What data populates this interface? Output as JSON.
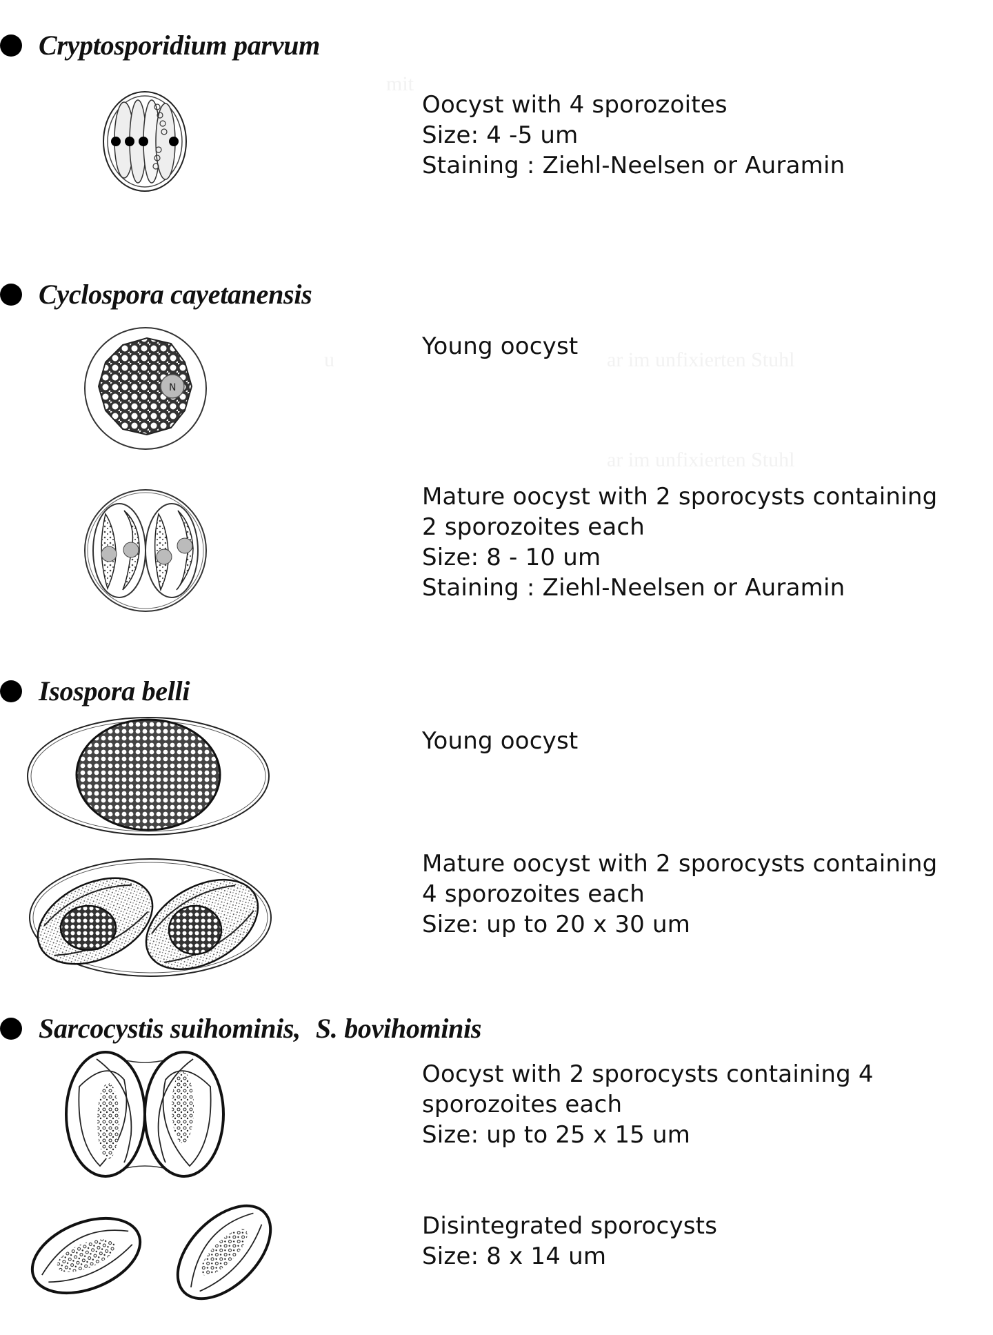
{
  "sections": [
    {
      "title": "Cryptosporidium parvum",
      "entries": [
        {
          "drawing": "cryptosporidium-oocyst",
          "lines": [
            "Oocyst with 4 sporozoites",
            "Size: 4 -5 um",
            "Staining : Ziehl-Neelsen or Auramin"
          ]
        }
      ]
    },
    {
      "title": "Cyclospora cayetanensis",
      "entries": [
        {
          "drawing": "cyclospora-young-oocyst",
          "lines": [
            "Young oocyst"
          ]
        },
        {
          "drawing": "cyclospora-mature-oocyst",
          "lines": [
            "Mature oocyst with 2 sporocysts containing",
            "2 sporozoites each",
            "Size: 8 - 10 um",
            "Staining : Ziehl-Neelsen or Auramin"
          ]
        }
      ]
    },
    {
      "title": "Isospora belli",
      "entries": [
        {
          "drawing": "isospora-young-oocyst",
          "lines": [
            "Young oocyst"
          ]
        },
        {
          "drawing": "isospora-mature-oocyst",
          "lines": [
            "Mature oocyst with 2 sporocysts containing",
            "4 sporozoites each",
            "Size: up to 20 x 30 um"
          ]
        }
      ]
    },
    {
      "title_part1": "Sarcocystis suihominis,",
      "title_part2": "S. bovihominis",
      "entries": [
        {
          "drawing": "sarcocystis-oocyst",
          "lines": [
            "Oocyst with 2 sporocysts containing 4",
            "sporozoites each",
            "Size: up to 25 x 15 um"
          ]
        },
        {
          "drawing": "sarcocystis-disintegrated-sporocysts",
          "lines": [
            "Disintegrated sporocysts",
            "Size: 8 x 14 um"
          ]
        }
      ]
    }
  ]
}
